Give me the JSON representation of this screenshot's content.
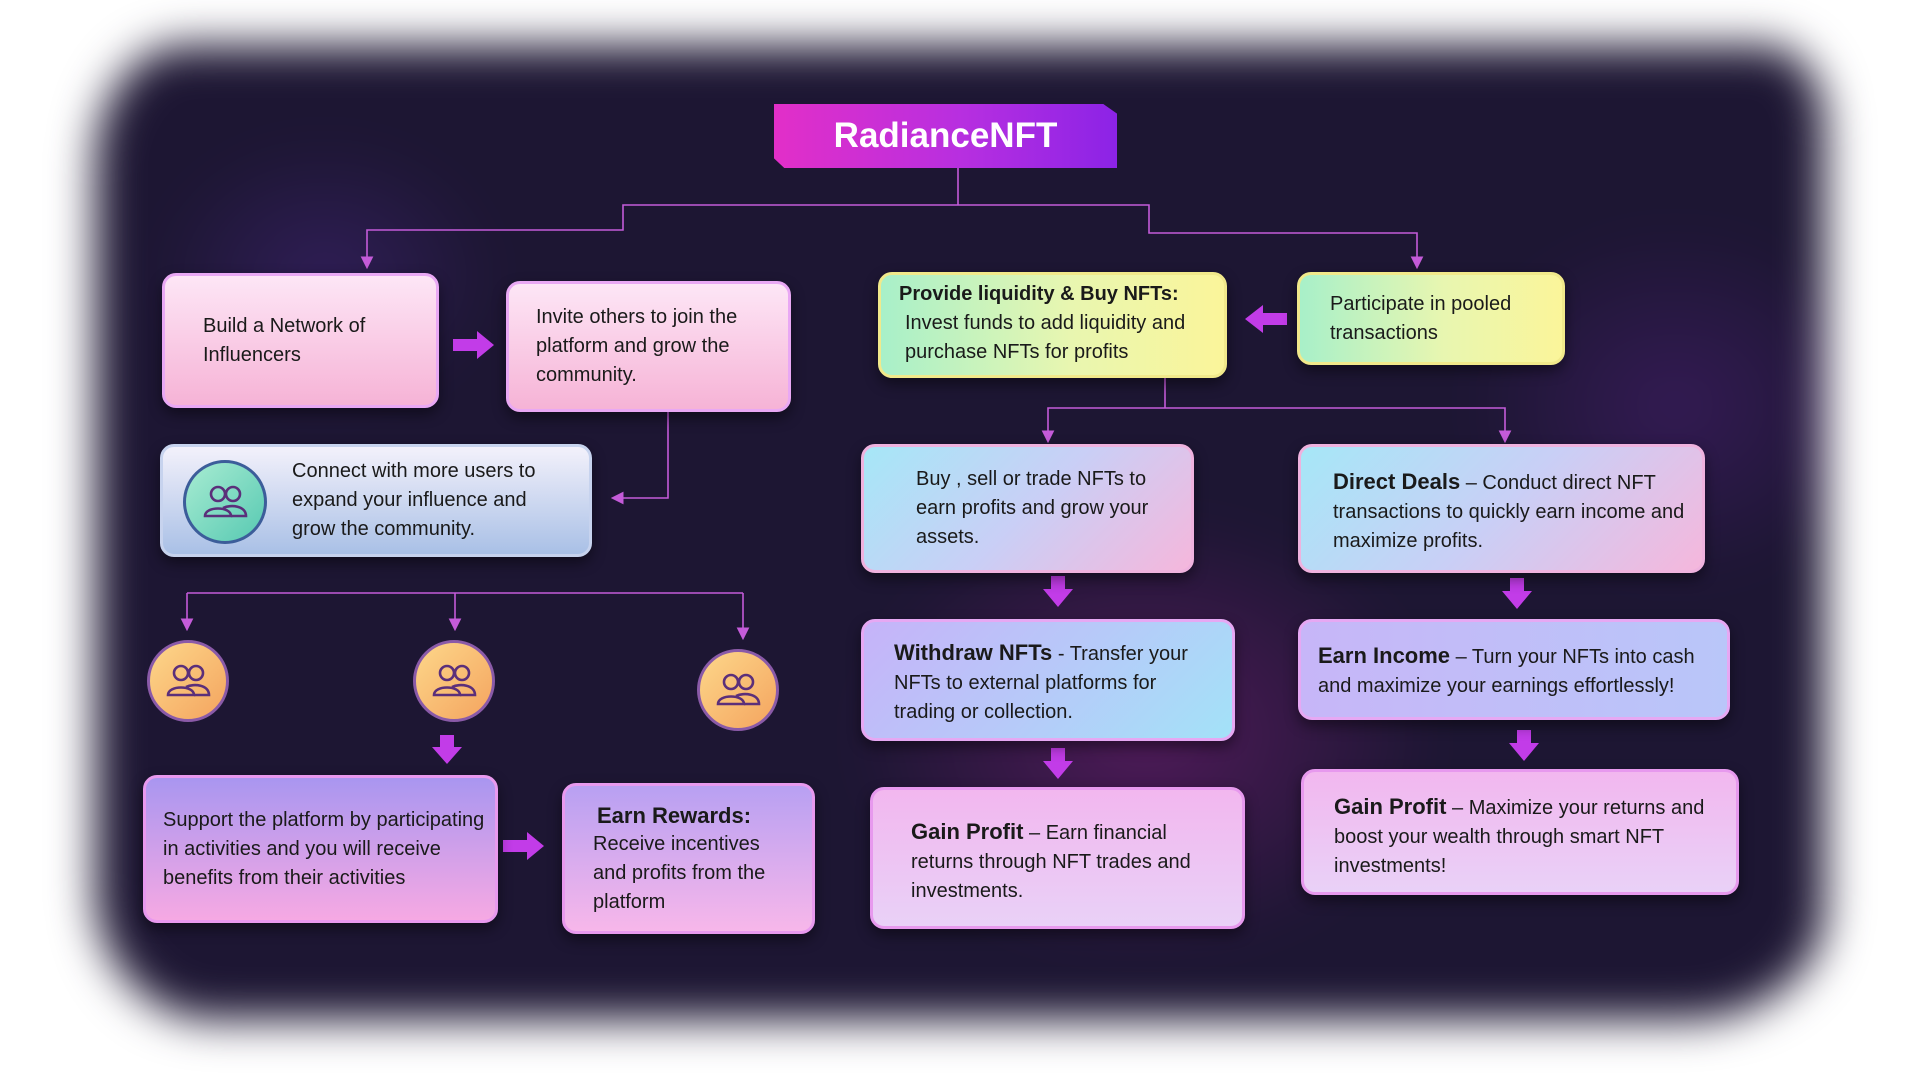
{
  "title": "RadianceNFT",
  "colors": {
    "background": "#1d1633",
    "connector": "#c45bd9",
    "arrow": "#c23ce8",
    "title_gradient": [
      "#e22fc8",
      "#8c23e6"
    ]
  },
  "left": {
    "build_network": "Build a Network of Influencers",
    "invite_others": "Invite others to join the platform and grow the community.",
    "connect_users": "Connect with more users to expand your influence and grow the community.",
    "support_platform": "Support the platform by participating in activities and you will  receive benefits from their activities",
    "earn_rewards": {
      "title": "Earn Rewards:",
      "text": "Receive incentives and profits from the platform"
    },
    "icons": [
      "users-icon",
      "users-icon",
      "users-icon",
      "users-icon"
    ]
  },
  "right": {
    "provide_liquidity": {
      "title": "Provide liquidity & Buy NFTs:",
      "text": "Invest funds to add liquidity and purchase NFTs for profits"
    },
    "participate": "Participate in pooled transactions",
    "buy_sell": "Buy , sell or trade NFTs to earn profits and grow your assets.",
    "direct_deals": {
      "title": "Direct Deals",
      "text": " – Conduct direct NFT transactions to quickly earn income and maximize profits."
    },
    "withdraw": {
      "title": "Withdraw NFTs",
      "text": " - Transfer your NFTs to external platforms for trading or collection."
    },
    "earn_income": {
      "title": "Earn Income",
      "text": " – Turn your NFTs into cash and maximize your earnings effortlessly!"
    },
    "gain_profit_1": {
      "title": "Gain Profit",
      "text": " – Earn financial returns through NFT trades and investments."
    },
    "gain_profit_2": {
      "title": "Gain Profit",
      "text": " – Maximize your returns and boost your wealth through smart NFT investments!"
    }
  }
}
